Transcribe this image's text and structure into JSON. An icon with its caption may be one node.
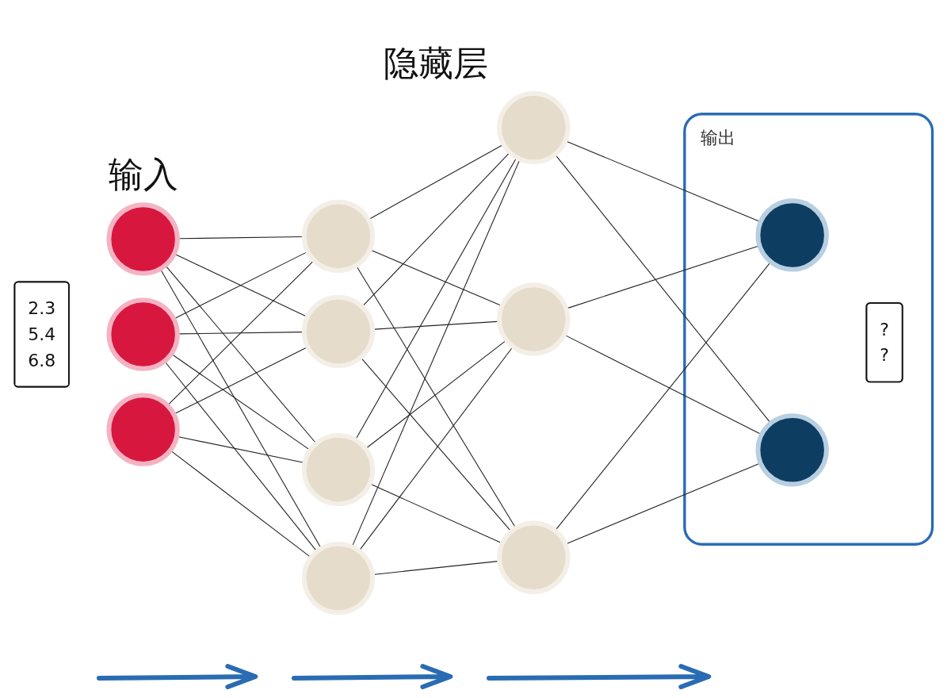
{
  "diagram": {
    "nodes": [
      {
        "text": [
          "2.3",
          "5.4",
          "6.8"
        ]
      },
      {
        "text": [],
        "shape": "circle"
      },
      {
        "text": [],
        "shape": "circle"
      },
      {
        "text": [],
        "shape": "circle"
      },
      {
        "text": [],
        "shape": "circle"
      },
      {
        "text": [],
        "shape": "circle"
      },
      {
        "text": [],
        "shape": "circle"
      },
      {
        "text": [],
        "shape": "circle"
      },
      {
        "text": [],
        "shape": "circle"
      },
      {
        "text": [],
        "shape": "circle"
      },
      {
        "text": [],
        "shape": "circle"
      },
      {
        "text": [
          "输出"
        ]
      },
      {
        "text": [],
        "shape": "circle",
        "in": 11
      },
      {
        "text": [],
        "shape": "circle",
        "in": 11
      },
      {
        "text": [
          "?",
          "?"
        ],
        "in": 11
      }
    ],
    "edges": [
      {
        "from": 1,
        "to": 4,
        "arrow": "none"
      },
      {
        "from": 1,
        "to": 5,
        "arrow": "none"
      },
      {
        "from": 1,
        "to": 6,
        "arrow": "none"
      },
      {
        "from": 1,
        "to": 7,
        "arrow": "none"
      },
      {
        "from": 2,
        "to": 4,
        "arrow": "none"
      },
      {
        "from": 2,
        "to": 5,
        "arrow": "none"
      },
      {
        "from": 2,
        "to": 6,
        "arrow": "none"
      },
      {
        "from": 2,
        "to": 7,
        "arrow": "none"
      },
      {
        "from": 3,
        "to": 4,
        "arrow": "none"
      },
      {
        "from": 3,
        "to": 5,
        "arrow": "none"
      },
      {
        "from": 3,
        "to": 6,
        "arrow": "none"
      },
      {
        "from": 3,
        "to": 7,
        "arrow": "none"
      },
      {
        "from": 4,
        "to": 8,
        "arrow": "none"
      },
      {
        "from": 4,
        "to": 9,
        "arrow": "none"
      },
      {
        "from": 4,
        "to": 10,
        "arrow": "none"
      },
      {
        "from": 5,
        "to": 8,
        "arrow": "none"
      },
      {
        "from": 5,
        "to": 9,
        "arrow": "none"
      },
      {
        "from": 5,
        "to": 10,
        "arrow": "none"
      },
      {
        "from": 6,
        "to": 8,
        "arrow": "none"
      },
      {
        "from": 6,
        "to": 9,
        "arrow": "none"
      },
      {
        "from": 6,
        "to": 10,
        "arrow": "none"
      },
      {
        "from": 7,
        "to": 8,
        "arrow": "none"
      },
      {
        "from": 7,
        "to": 9,
        "arrow": "none"
      },
      {
        "from": 7,
        "to": 10,
        "arrow": "none"
      },
      {
        "from": 8,
        "to": 12,
        "arrow": "none"
      },
      {
        "from": 8,
        "to": 13,
        "arrow": "none"
      },
      {
        "from": 9,
        "to": 12,
        "arrow": "none"
      },
      {
        "from": 9,
        "to": 13,
        "arrow": "none"
      },
      {
        "from": 10,
        "to": 12,
        "arrow": "none"
      },
      {
        "from": 10,
        "to": 13,
        "arrow": "none"
      }
    ],
    "labels": [
      "输入",
      "隐藏层"
    ]
  }
}
